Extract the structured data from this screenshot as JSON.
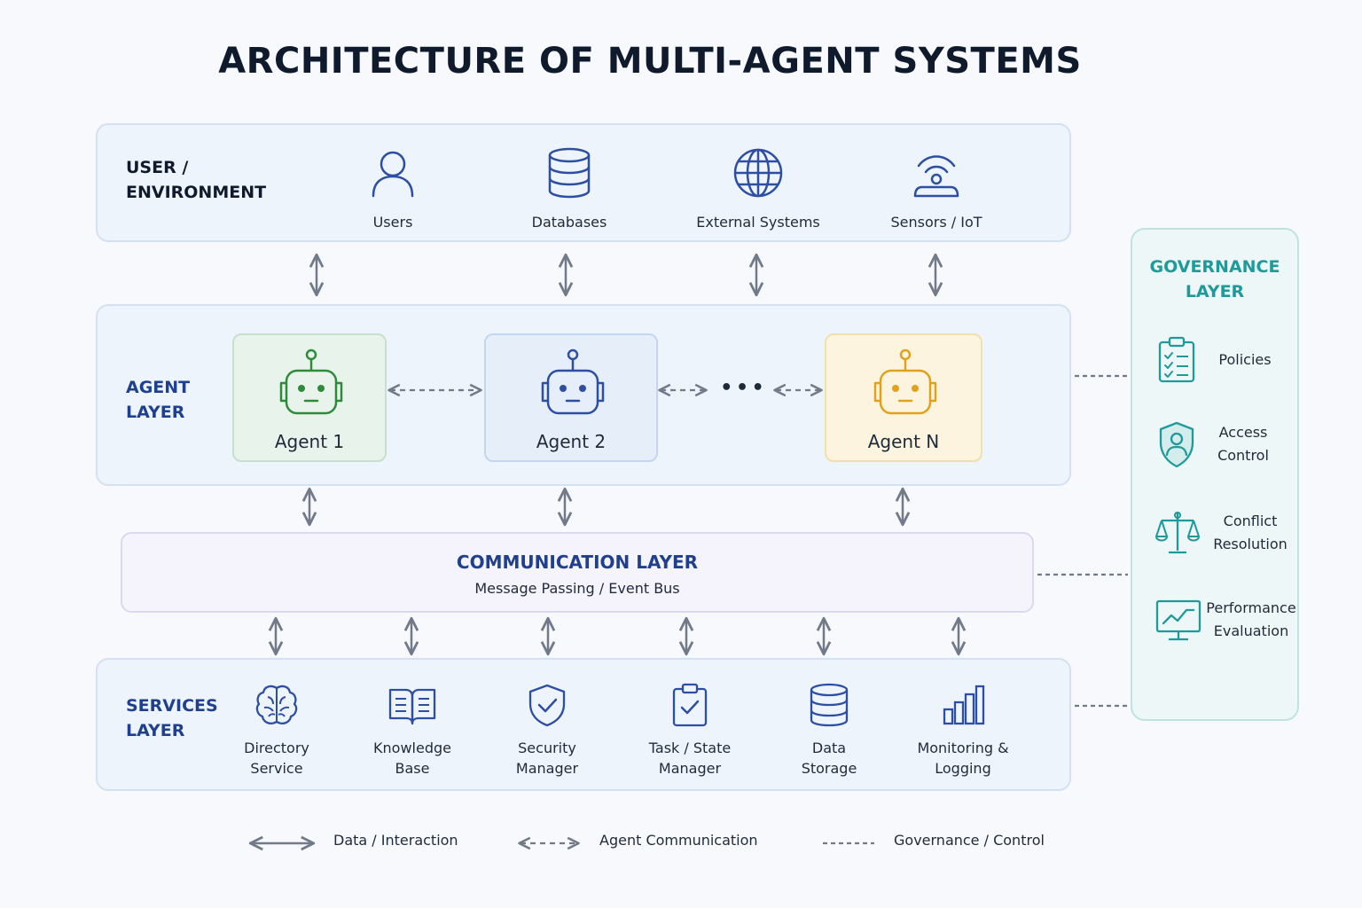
{
  "title": "ARCHITECTURE OF MULTI-AGENT SYSTEMS",
  "colors": {
    "dark_blue": "#1f3f8f",
    "agent_green": "#2e8b3a",
    "agent_blue": "#2d4fa3",
    "agent_yellow": "#e0a21c",
    "teal": "#1f9a9a",
    "arrow_gray": "#707a88"
  },
  "user_layer": {
    "title_line1": "USER /",
    "title_line2": "ENVIRONMENT",
    "items": [
      {
        "label": "Users",
        "icon": "user-icon"
      },
      {
        "label": "Databases",
        "icon": "database-icon"
      },
      {
        "label": "External Systems",
        "icon": "globe-icon"
      },
      {
        "label": "Sensors / IoT",
        "icon": "sensor-icon"
      }
    ]
  },
  "agent_layer": {
    "title_line1": "AGENT",
    "title_line2": "LAYER",
    "agents": [
      {
        "name": "Agent 1",
        "icon": "robot-icon"
      },
      {
        "name": "Agent 2",
        "icon": "robot-icon"
      },
      {
        "name": "Agent N",
        "icon": "robot-icon"
      }
    ],
    "ellipsis": "• • •"
  },
  "communication_layer": {
    "title": "COMMUNICATION LAYER",
    "subtitle": "Message Passing / Event Bus"
  },
  "services_layer": {
    "title_line1": "SERVICES",
    "title_line2": "LAYER",
    "items": [
      {
        "line1": "Directory",
        "line2": "Service",
        "icon": "brain-icon"
      },
      {
        "line1": "Knowledge",
        "line2": "Base",
        "icon": "book-icon"
      },
      {
        "line1": "Security",
        "line2": "Manager",
        "icon": "shield-check-icon"
      },
      {
        "line1": "Task / State",
        "line2": "Manager",
        "icon": "clipboard-check-icon"
      },
      {
        "line1": "Data",
        "line2": "Storage",
        "icon": "database-icon"
      },
      {
        "line1": "Monitoring &",
        "line2": "Logging",
        "icon": "bar-chart-icon"
      }
    ]
  },
  "governance_layer": {
    "title_line1": "GOVERNANCE",
    "title_line2": "LAYER",
    "items": [
      {
        "line1": "Policies",
        "line2": "",
        "icon": "checklist-icon"
      },
      {
        "line1": "Access",
        "line2": "Control",
        "icon": "shield-user-icon"
      },
      {
        "line1": "Conflict",
        "line2": "Resolution",
        "icon": "scales-icon"
      },
      {
        "line1": "Performance",
        "line2": "Evaluation",
        "icon": "monitor-chart-icon"
      }
    ]
  },
  "legend": [
    {
      "label": "Data / Interaction",
      "style": "solid-double-arrow"
    },
    {
      "label": "Agent Communication",
      "style": "dashed-double-arrow"
    },
    {
      "label": "Governance / Control",
      "style": "dotted-line"
    }
  ]
}
